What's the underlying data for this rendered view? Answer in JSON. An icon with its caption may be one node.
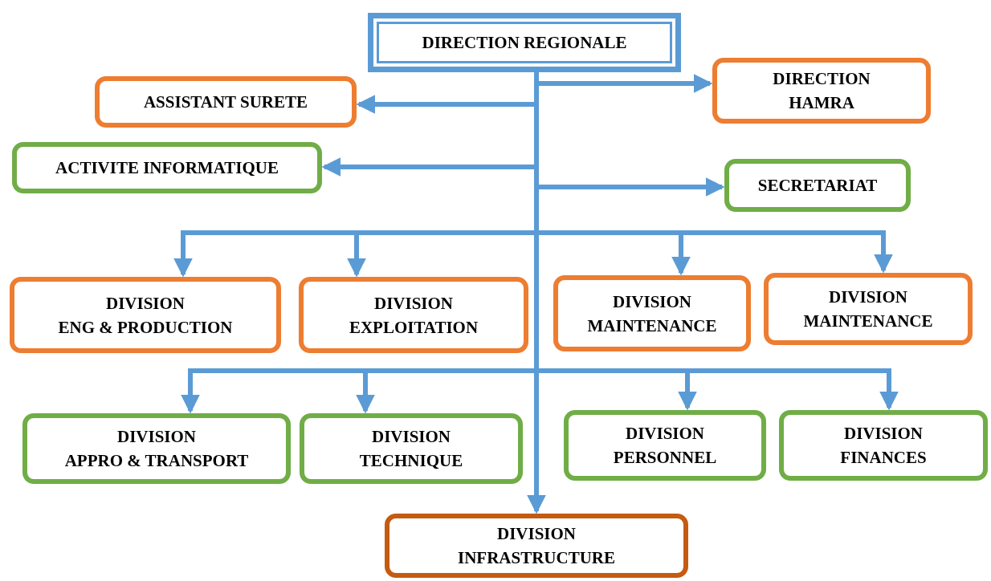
{
  "diagram": {
    "nodes": [
      {
        "text": [
          "DIRECTION REGIONALE"
        ]
      },
      {
        "text": [
          "ASSISTANT SURETE"
        ]
      },
      {
        "text": [
          "DIRECTION HAMRA"
        ]
      },
      {
        "text": [
          "ACTIVITE INFORMATIQUE"
        ]
      },
      {
        "text": [
          "SECRETARIAT"
        ]
      },
      {
        "text": [
          "DIVISION ENG & PRODUCTION"
        ]
      },
      {
        "text": [
          "DIVISION EXPLOITATION"
        ]
      },
      {
        "text": [
          "DIVISION MAINTENANCE"
        ]
      },
      {
        "text": [
          "DIVISION MAINTENANCE"
        ]
      },
      {
        "text": [
          "DIVISION APPRO & TRANSPORT"
        ]
      },
      {
        "text": [
          "DIVISION TECHNIQUE"
        ]
      },
      {
        "text": [
          "DIVISION PERSONNEL"
        ]
      },
      {
        "text": [
          "DIVISION FINANCES"
        ]
      },
      {
        "text": [
          "DIVISION INFRASTRUCTURE"
        ]
      }
    ],
    "edges": [
      {
        "from": 0,
        "to": 1,
        "arrow": "to"
      },
      {
        "from": 0,
        "to": 2,
        "arrow": "to"
      },
      {
        "from": 0,
        "to": 3,
        "arrow": "to"
      },
      {
        "from": 0,
        "to": 4,
        "arrow": "to"
      },
      {
        "from": 0,
        "to": 5,
        "arrow": "to"
      },
      {
        "from": 0,
        "to": 6,
        "arrow": "to"
      },
      {
        "from": 0,
        "to": 7,
        "arrow": "to"
      },
      {
        "from": 0,
        "to": 8,
        "arrow": "to"
      },
      {
        "from": 0,
        "to": 9,
        "arrow": "to"
      },
      {
        "from": 0,
        "to": 10,
        "arrow": "to"
      },
      {
        "from": 0,
        "to": 11,
        "arrow": "to"
      },
      {
        "from": 0,
        "to": 12,
        "arrow": "to"
      },
      {
        "from": 0,
        "to": 13,
        "arrow": "to"
      }
    ]
  }
}
